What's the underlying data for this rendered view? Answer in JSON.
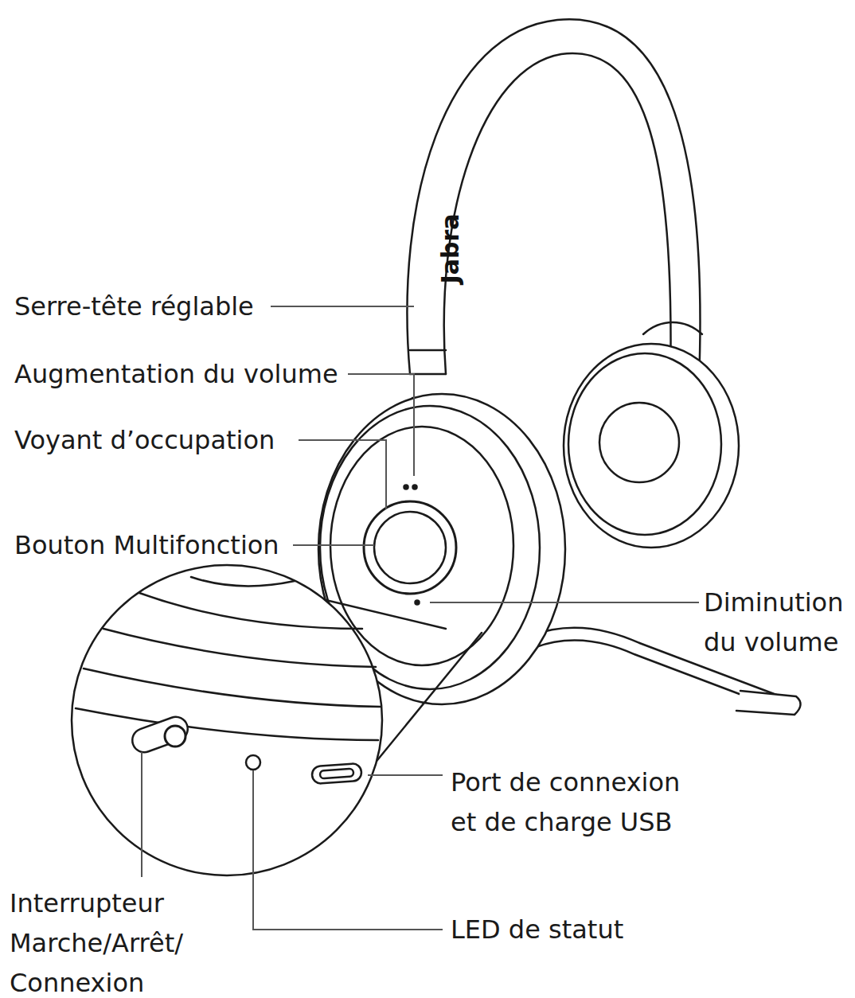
{
  "diagram": {
    "labels": [
      "Jabra",
      "Serre-tête réglable",
      "Augmentation du volume",
      "Voyant d’occupation",
      "Bouton Multifonction",
      "Diminution du volume",
      "Port de connexion et de charge USB",
      "Interrupteur Marche/Arrêt/ Connexion",
      "LED de statut"
    ]
  }
}
